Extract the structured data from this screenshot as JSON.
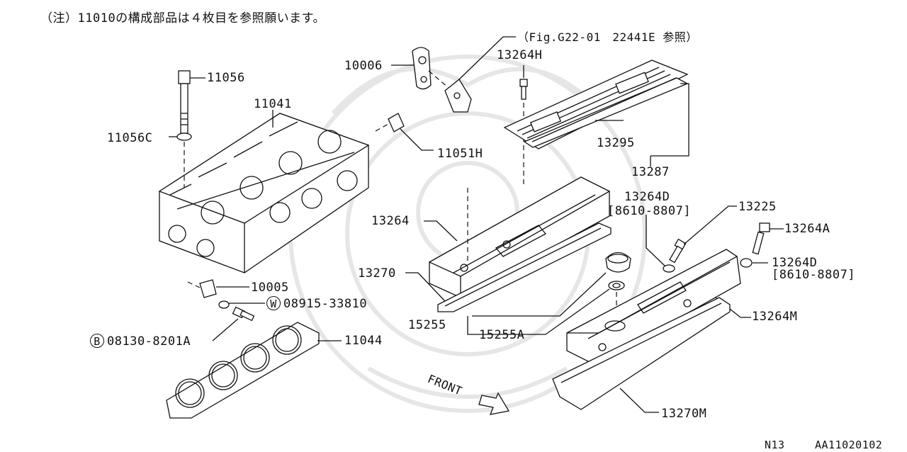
{
  "note": "（注）11010の構成部品は４枚目を参照願います。",
  "callouts": {
    "p11056": "11056",
    "p11041": "11041",
    "p11056C": "11056C",
    "p10006": "10006",
    "p_fig_ref": "（Fig.G22-01　22441E 参照）",
    "p13264H": "13264H",
    "p11051H": "11051H",
    "p13295": "13295",
    "p13287": "13287",
    "p13264D_top": "13264D",
    "p13264D_top_range": "[8610-8807]",
    "p13225": "13225",
    "p13264A": "13264A",
    "p13264": "13264",
    "p13270": "13270",
    "p13264D_right": "13264D",
    "p13264D_right_range": "[8610-8807]",
    "p10005": "10005",
    "p08915_mark": "W",
    "p08915": "08915-33810",
    "p08130_mark": "B",
    "p08130": "08130-8201A",
    "p11044": "11044",
    "p15255": "15255",
    "p15255A": "15255A",
    "p13264M": "13264M",
    "p13270M": "13270M",
    "front": "FRONT"
  },
  "footer": {
    "code_left": "N13",
    "code_right": "AA11020102"
  }
}
